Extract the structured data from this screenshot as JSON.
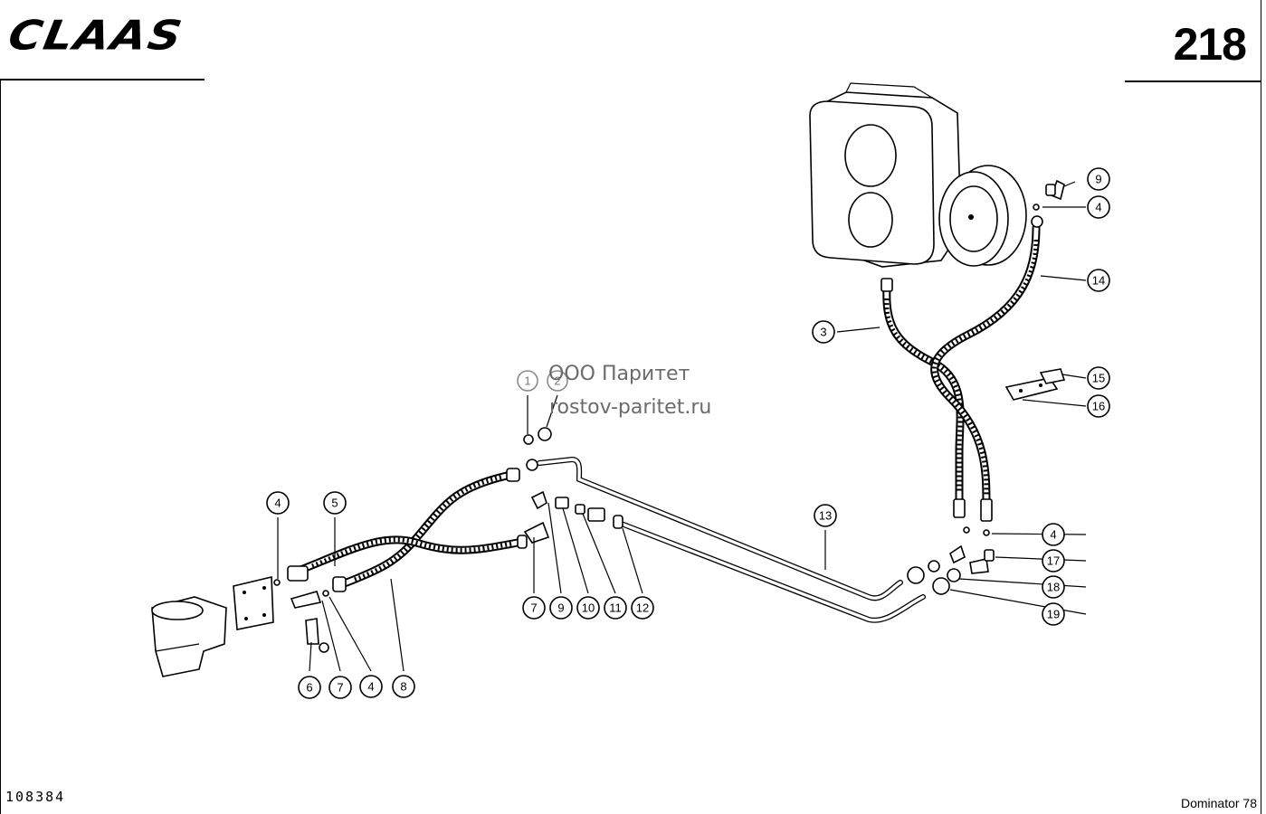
{
  "header": {
    "brand": "CLAAS",
    "page_number": "218"
  },
  "footer": {
    "doc_number": "108384",
    "model": "Dominator 78"
  },
  "watermark": {
    "line1": "ООО Паритет",
    "line2": "rostov-paritet.ru"
  },
  "callouts": [
    {
      "id": "c1",
      "label": "1"
    },
    {
      "id": "c2",
      "label": "2"
    },
    {
      "id": "c3",
      "label": "3"
    },
    {
      "id": "c4a",
      "label": "4"
    },
    {
      "id": "c4b",
      "label": "4"
    },
    {
      "id": "c4c",
      "label": "4"
    },
    {
      "id": "c4d",
      "label": "4"
    },
    {
      "id": "c5",
      "label": "5"
    },
    {
      "id": "c6",
      "label": "6"
    },
    {
      "id": "c7a",
      "label": "7"
    },
    {
      "id": "c7b",
      "label": "7"
    },
    {
      "id": "c8",
      "label": "8"
    },
    {
      "id": "c9a",
      "label": "9"
    },
    {
      "id": "c9b",
      "label": "9"
    },
    {
      "id": "c10",
      "label": "10"
    },
    {
      "id": "c11",
      "label": "11"
    },
    {
      "id": "c12",
      "label": "12"
    },
    {
      "id": "c13",
      "label": "13"
    },
    {
      "id": "c14",
      "label": "14"
    },
    {
      "id": "c15",
      "label": "15"
    },
    {
      "id": "c16",
      "label": "16"
    },
    {
      "id": "c17",
      "label": "17"
    },
    {
      "id": "c18",
      "label": "18"
    },
    {
      "id": "c19",
      "label": "19"
    }
  ]
}
